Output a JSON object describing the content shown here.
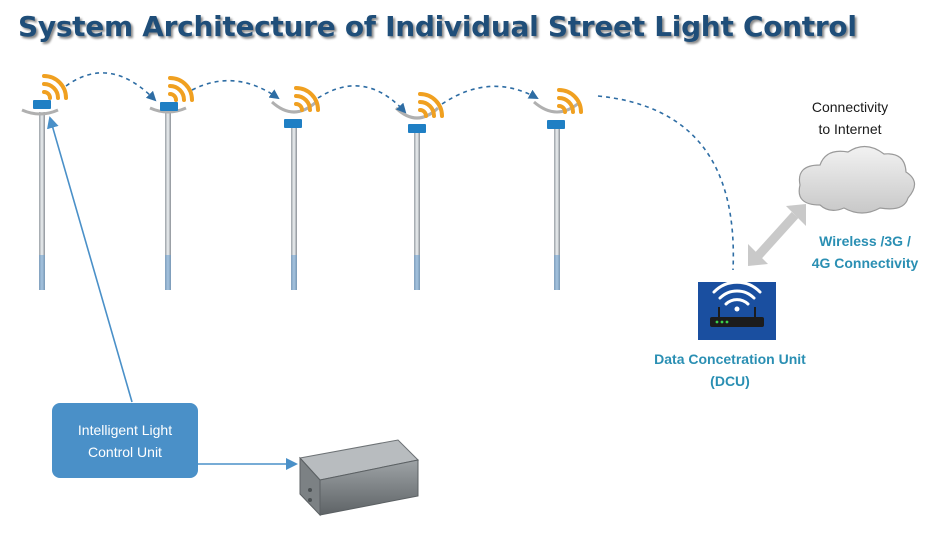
{
  "title": "System Architecture of Individual Street Light Control",
  "cloud": {
    "label_line1": "Connectivity",
    "label_line2": "to Internet"
  },
  "wireless": {
    "label_line1": "Wireless /3G /",
    "label_line2": "4G Connectivity"
  },
  "dcu": {
    "label_line1": "Data Concetration Unit",
    "label_line2": "(DCU)"
  },
  "ilcu": {
    "label_line1": "Intelligent Light",
    "label_line2": "Control Unit"
  },
  "colors": {
    "title": "#1f4e79",
    "accent_blue": "#4a90c8",
    "label_teal": "#2a8fb3",
    "signal_orange": "#f0a020",
    "dashed_link": "#2e6da4"
  }
}
